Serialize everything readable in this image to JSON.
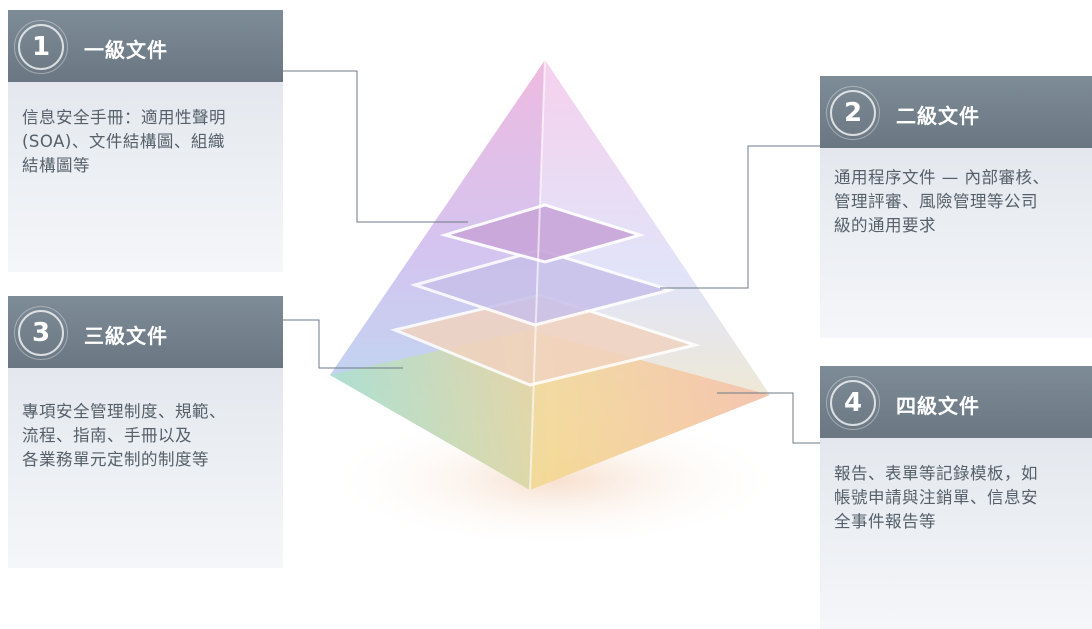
{
  "levels": [
    {
      "number": "1",
      "title": "一級文件",
      "lines": [
        "信息安全手冊：適用性聲明",
        "(SOA)、文件結構圖、組織",
        "結構圖等"
      ]
    },
    {
      "number": "2",
      "title": "二級文件",
      "lines": [
        "通用程序文件 — 內部審核、",
        "管理評審、風險管理等公司",
        "級的通用要求"
      ]
    },
    {
      "number": "3",
      "title": "三級文件",
      "lines": [
        "專項安全管理制度、規範、",
        "流程、指南、手冊以及",
        "各業務單元定制的制度等"
      ]
    },
    {
      "number": "4",
      "title": "四級文件",
      "lines": [
        "報告、表單等記錄模板，如",
        "帳號申請與注銷單、信息安",
        "全事件報告等"
      ]
    }
  ],
  "colors": {
    "header": "#727f8a",
    "body": "#e8ebf0",
    "text": "#55606b",
    "connector": "#6e7a85"
  }
}
